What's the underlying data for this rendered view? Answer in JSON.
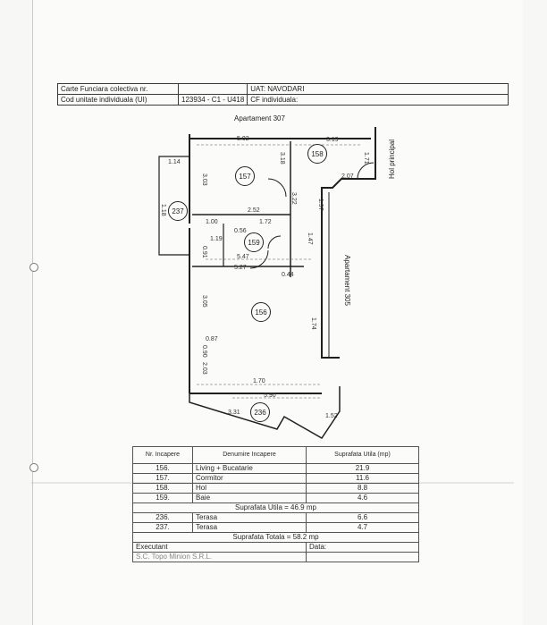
{
  "header": {
    "row1_label": "Carte Funciara colectiva nr.",
    "row1_value": "UAT: NAVODARI",
    "row2_label": "Cod unitate individuala (UI)",
    "row2_value": "123934 - C1 - U418",
    "row2_extra": "CF individuala:"
  },
  "plan": {
    "neighbor_top": "Apartament 307",
    "neighbor_right": "Apartament 305",
    "hall": "Hol principal",
    "rooms": [
      "157",
      "158",
      "159",
      "156",
      "236",
      "237"
    ],
    "dims": {
      "d1": "5.02",
      "d2": "3.19",
      "d3": "3.18",
      "d4": "1.71",
      "d5": "2.07",
      "d6": "1.14",
      "d7": "3.03",
      "d8": "2.52",
      "d9": "1.72",
      "d10": "1.00",
      "d11": "0.56",
      "d12": "1.19",
      "d13": "5.47",
      "d14": "5.27",
      "d15": "0.44",
      "d16": "3.05",
      "d17": "0.87",
      "d18": "0.90",
      "d19": "1.74",
      "d20": "1.70",
      "d21": "5.90",
      "d22": "3.31",
      "d23": "1.52",
      "d24": "1.18",
      "d25": "3.22",
      "d26": "0.91",
      "d27": "1.47",
      "d28": "1.97",
      "d29": "2.03"
    }
  },
  "table": {
    "headers": [
      "Nr. Incapere",
      "Denumire Incapere",
      "Suprafata Utila (mp)"
    ],
    "rows": [
      {
        "nr": "156.",
        "name": "Living + Bucatarie",
        "area": "21.9"
      },
      {
        "nr": "157.",
        "name": "Cormitor",
        "area": "11.6"
      },
      {
        "nr": "158.",
        "name": "Hol",
        "area": "8.8"
      },
      {
        "nr": "159.",
        "name": "Baie",
        "area": "4.6"
      }
    ],
    "subtotal": "Suprafata Utila = 46.9 mp",
    "rows2": [
      {
        "nr": "236.",
        "name": "Terasa",
        "area": "6.6"
      },
      {
        "nr": "237.",
        "name": "Terasa",
        "area": "4.7"
      }
    ],
    "total": "Suprafata Totala = 58.2 mp",
    "executant_label": "Executant",
    "executant_value": "S.C. Topo Minion S.R.L.",
    "data_label": "Data:"
  }
}
